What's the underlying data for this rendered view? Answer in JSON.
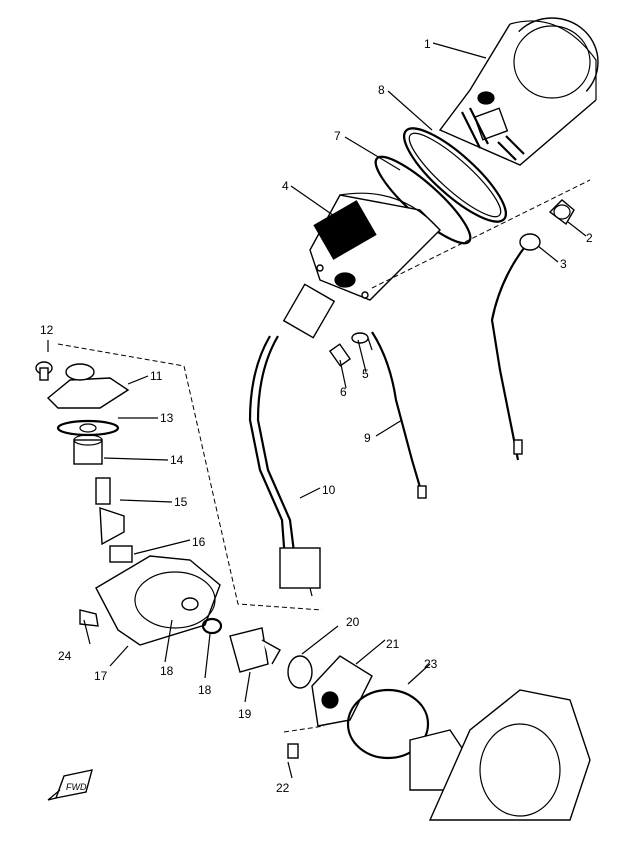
{
  "callouts": [
    {
      "id": "1",
      "text": "1"
    },
    {
      "id": "2",
      "text": "2"
    },
    {
      "id": "3",
      "text": "3"
    },
    {
      "id": "4",
      "text": "4"
    },
    {
      "id": "5",
      "text": "5"
    },
    {
      "id": "6",
      "text": "6"
    },
    {
      "id": "7",
      "text": "7"
    },
    {
      "id": "8",
      "text": "8"
    },
    {
      "id": "9",
      "text": "9"
    },
    {
      "id": "10",
      "text": "10"
    },
    {
      "id": "11",
      "text": "11"
    },
    {
      "id": "12",
      "text": "12"
    },
    {
      "id": "13",
      "text": "13"
    },
    {
      "id": "14",
      "text": "14"
    },
    {
      "id": "15",
      "text": "15"
    },
    {
      "id": "16",
      "text": "16"
    },
    {
      "id": "17",
      "text": "17"
    },
    {
      "id": "18a",
      "text": "18"
    },
    {
      "id": "18b",
      "text": "18"
    },
    {
      "id": "19",
      "text": "19"
    },
    {
      "id": "20",
      "text": "20"
    },
    {
      "id": "21",
      "text": "21"
    },
    {
      "id": "22",
      "text": "22"
    },
    {
      "id": "23",
      "text": "23"
    },
    {
      "id": "24",
      "text": "24"
    }
  ],
  "front_marker": {
    "text": "FWD"
  }
}
